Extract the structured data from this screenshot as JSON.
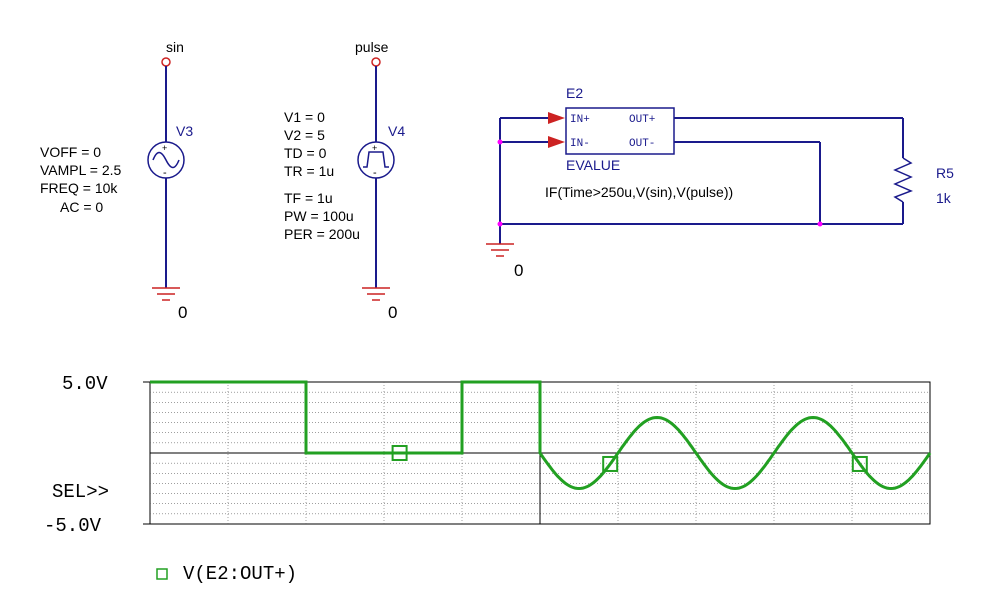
{
  "schematic": {
    "v3": {
      "net_label": "sin",
      "ref": "V3",
      "params": [
        "VOFF = 0",
        "VAMPL = 2.5",
        "FREQ = 10k",
        "AC = 0"
      ],
      "ground": "0"
    },
    "v4": {
      "net_label": "pulse",
      "ref": "V4",
      "params": [
        "V1 = 0",
        "V2 = 5",
        "TD = 0",
        "TR = 1u",
        "TF = 1u",
        "PW = 100u",
        "PER = 200u"
      ],
      "ground": "0"
    },
    "e2": {
      "ref": "E2",
      "type": "EVALUE",
      "pins": [
        "IN+",
        "IN-",
        "OUT+",
        "OUT-"
      ],
      "expression": "IF(Time>250u,V(sin),V(pulse))",
      "ground": "0"
    },
    "r5": {
      "ref": "R5",
      "value": "1k"
    }
  },
  "waveform": {
    "y_max_label": "5.0V",
    "y_min_label": "-5.0V",
    "sel_label": "SEL>>",
    "trace_label": "V(E2:OUT+)",
    "trace_color": "#22a022"
  },
  "chart_data": {
    "type": "line",
    "xlim_us": [
      0,
      500
    ],
    "ylim": [
      -5,
      5
    ],
    "grid": true,
    "series": [
      {
        "name": "V(E2:OUT+)",
        "segments": [
          {
            "from_us": 0,
            "to_us": 100,
            "kind": "dc",
            "value": 5
          },
          {
            "from_us": 100,
            "to_us": 200,
            "kind": "dc",
            "value": 0
          },
          {
            "from_us": 200,
            "to_us": 250,
            "kind": "dc",
            "value": 5
          },
          {
            "from_us": 250,
            "to_us": 500,
            "kind": "sine",
            "offset": 0,
            "amplitude": 2.5,
            "freq_hz": 10000
          }
        ]
      }
    ]
  }
}
